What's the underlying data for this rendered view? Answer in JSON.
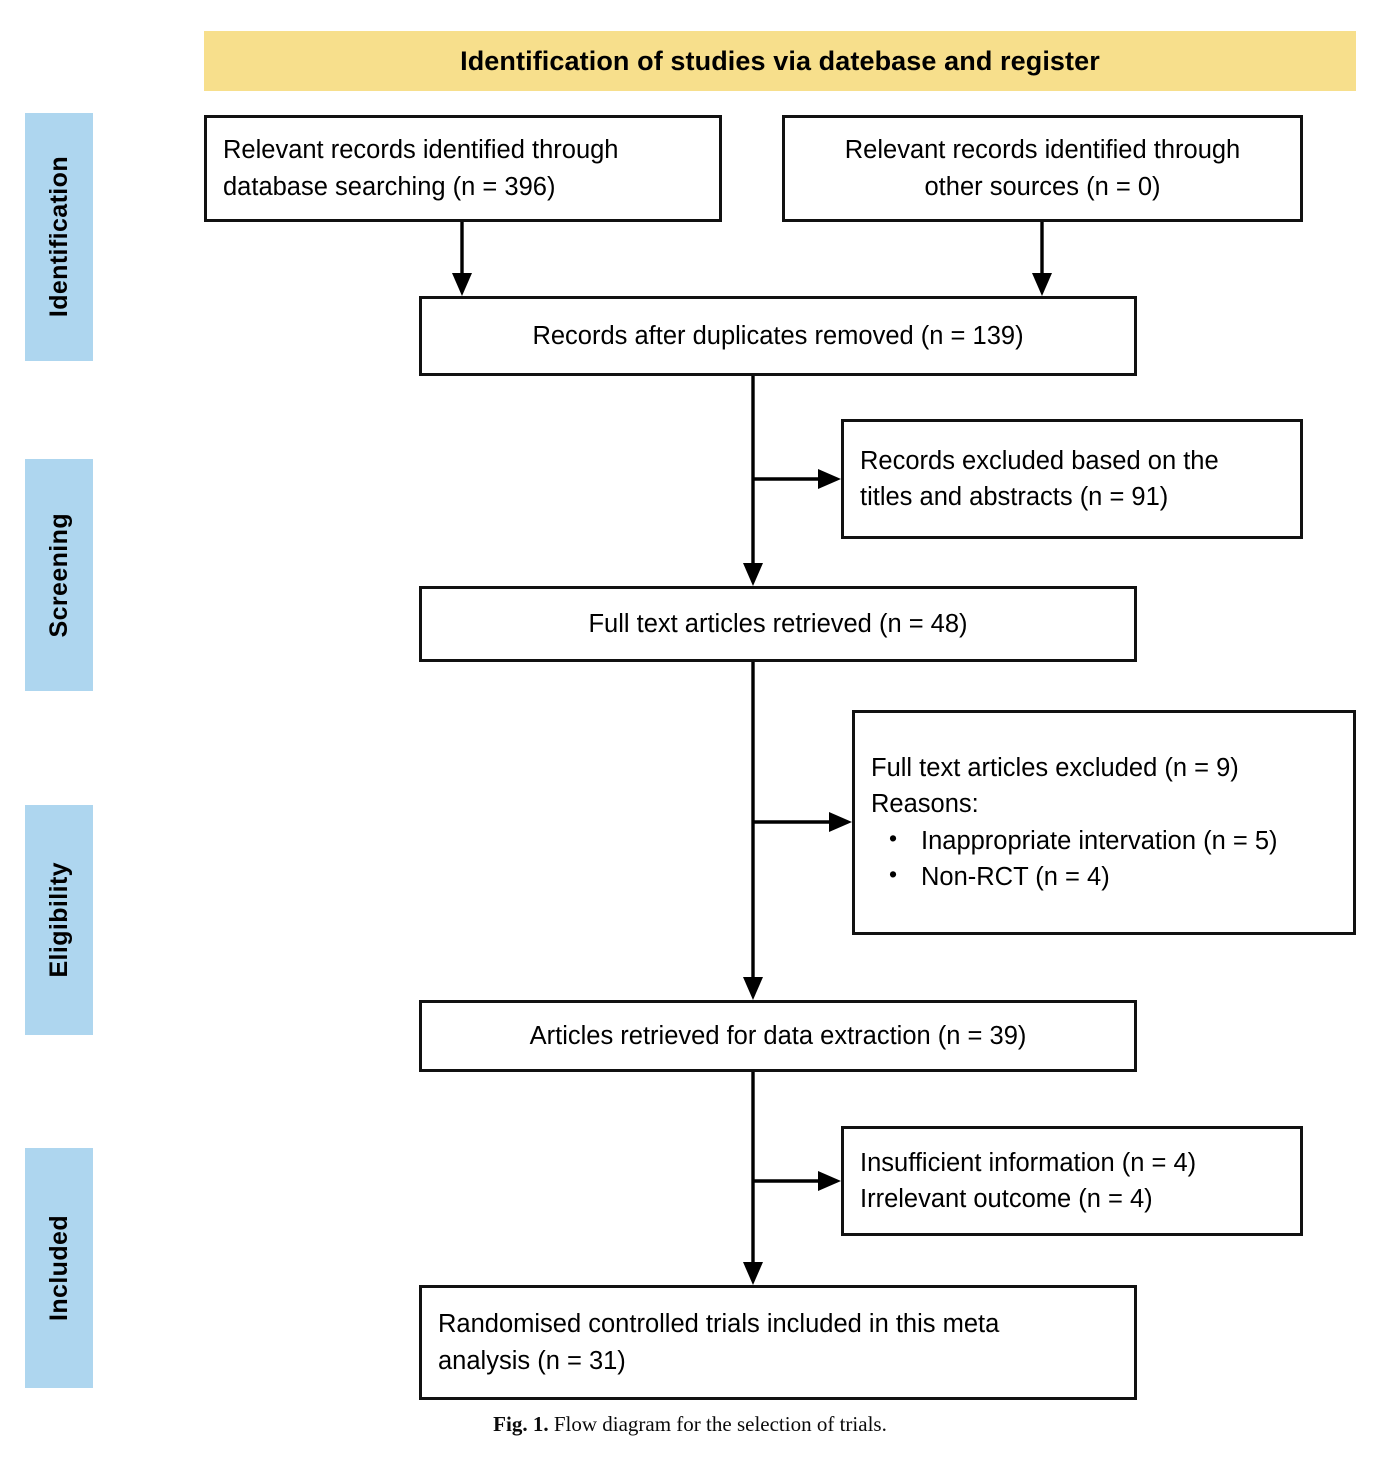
{
  "figure": {
    "banner_title": "Identification of studies via datebase and register",
    "banner_color": "#F7DF8C",
    "stage_color": "#AED6EF",
    "caption_number": "Fig. 1.",
    "caption_text": "Flow diagram for the selection of trials."
  },
  "stages": [
    {
      "id": "identification",
      "label": "Identification"
    },
    {
      "id": "screening",
      "label": "Screening"
    },
    {
      "id": "eligibility",
      "label": "Eligibility"
    },
    {
      "id": "included",
      "label": "Included"
    }
  ],
  "boxes": {
    "db_search": {
      "line1": "Relevant records identified through",
      "line2": "database searching (n = 396)"
    },
    "other_src": {
      "line1": "Relevant records identified through",
      "line2": "other sources (n = 0)"
    },
    "dedup": {
      "line1": "Records after duplicates removed (n = 139)"
    },
    "excl_titles": {
      "line1": "Records excluded based on the",
      "line2": "titles and abstracts (n = 91)"
    },
    "fulltext": {
      "line1": "Full text articles retrieved (n = 48)"
    },
    "excl_full": {
      "line1": "Full text articles excluded (n = 9)",
      "line2": "Reasons:",
      "reasons": [
        "Inappropriate intervation (n = 5)",
        "Non-RCT (n = 4)"
      ]
    },
    "extraction": {
      "line1": "Articles retrieved for data extraction (n = 39)"
    },
    "excl_info": {
      "line1": "Insufficient information (n = 4)",
      "line2": "Irrelevant outcome (n = 4)"
    },
    "included": {
      "line1": "Randomised controlled trials included in this meta",
      "line2": "analysis (n = 31)"
    }
  },
  "flow_counts": {
    "database_searching": 396,
    "other_sources": 0,
    "after_duplicates_removed": 139,
    "excluded_titles_abstracts": 91,
    "full_text_retrieved": 48,
    "full_text_excluded": 9,
    "excluded_inappropriate_intervention": 5,
    "excluded_non_rct": 4,
    "retrieved_for_extraction": 39,
    "excluded_insufficient_information": 4,
    "excluded_irrelevant_outcome": 4,
    "included_rcts": 31
  }
}
